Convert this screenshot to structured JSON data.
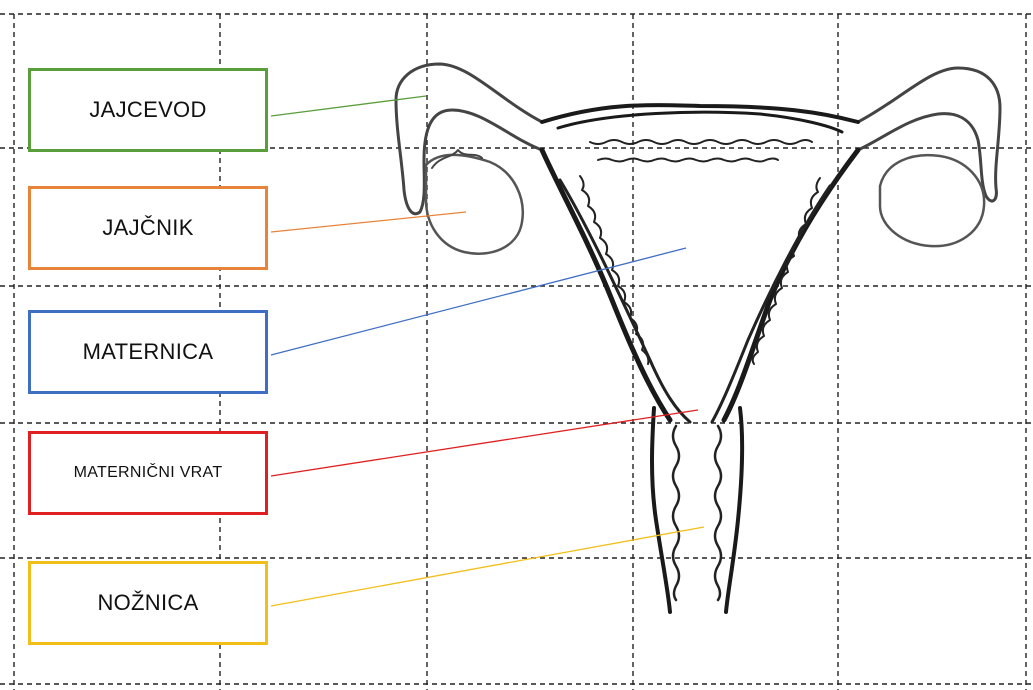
{
  "labels": [
    {
      "text": "JAJCEVOD",
      "color": "#5a9e3c"
    },
    {
      "text": "JAJČNIK",
      "color": "#e8843a"
    },
    {
      "text": "MATERNICA",
      "color": "#3f6fc4"
    },
    {
      "text": "MATERNIČNI VRAT",
      "color": "#e02020"
    },
    {
      "text": "NOŽNICA",
      "color": "#f2bf1a"
    }
  ],
  "grid_color": "#222222",
  "outline_color": "#333333"
}
